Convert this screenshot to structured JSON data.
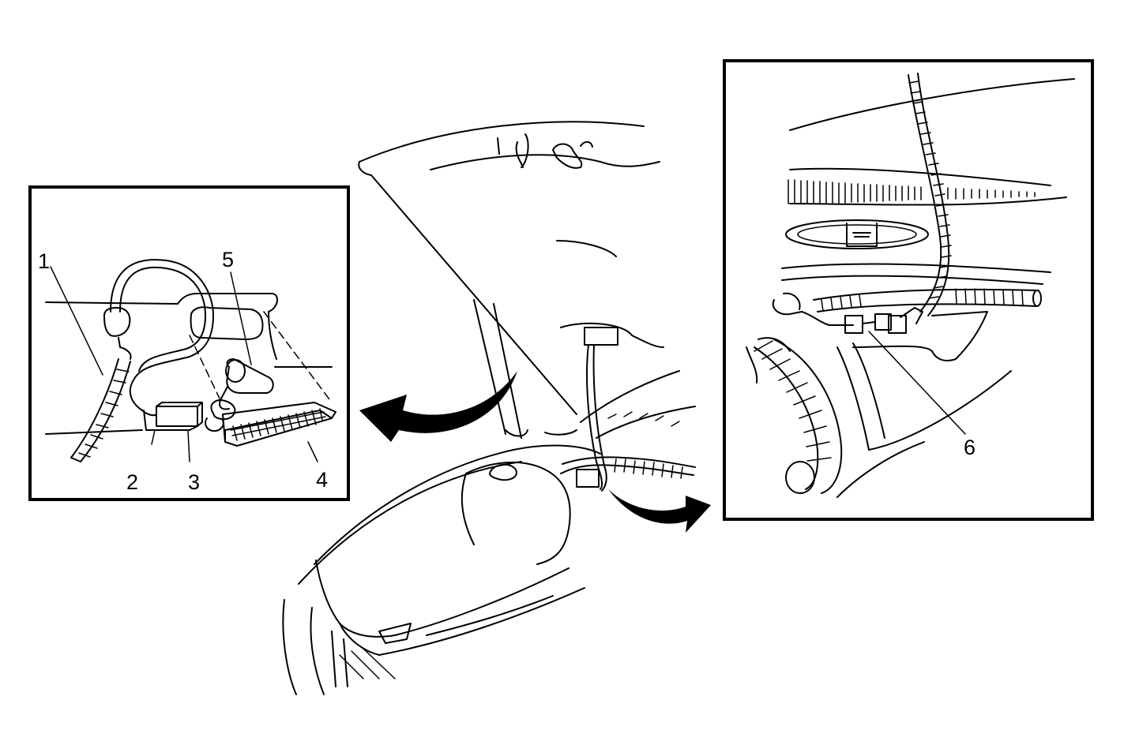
{
  "callouts": {
    "c1": "1",
    "c2": "2",
    "c3": "3",
    "c4": "4",
    "c5": "5",
    "c6": "6"
  },
  "icons": {
    "left_arrow": "curved-arrow-left-icon",
    "right_arrow": "curved-arrow-right-icon"
  },
  "colors": {
    "line": "#000000",
    "background": "#ffffff"
  }
}
